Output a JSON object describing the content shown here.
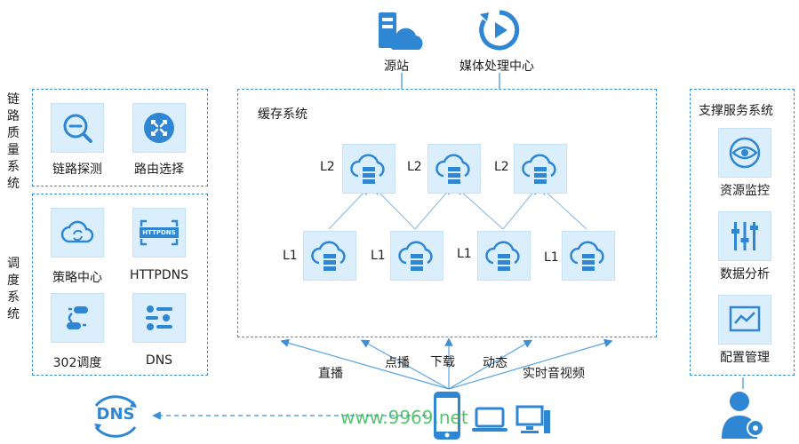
{
  "top": {
    "origin": "源站",
    "media": "媒体处理中心"
  },
  "link_system": {
    "title": "链路质量系统",
    "items": [
      {
        "label": "链路探测"
      },
      {
        "label": "路由选择"
      }
    ]
  },
  "schedule_system": {
    "title": "调度系统",
    "items": [
      {
        "label": "策略中心"
      },
      {
        "label": "HTTPDNS"
      },
      {
        "label": "302调度"
      },
      {
        "label": "DNS"
      }
    ],
    "httpdns_badge": "HTTPDNS"
  },
  "cache_system": {
    "title": "缓存系统",
    "l2_label": "L2",
    "l1_label": "L1"
  },
  "support_system": {
    "title": "支撑服务系统",
    "items": [
      {
        "label": "资源监控"
      },
      {
        "label": "数据分析"
      },
      {
        "label": "配置管理"
      }
    ]
  },
  "requests": [
    "直播",
    "点播",
    "下载",
    "动态",
    "实时音视频"
  ],
  "bottom": {
    "dns_logo": "DNS",
    "watermark": "www.9969.net"
  },
  "colors": {
    "accent": "#3a8fd6",
    "tile_bg": "#dbeefb",
    "watermark": "#2fb54a"
  }
}
